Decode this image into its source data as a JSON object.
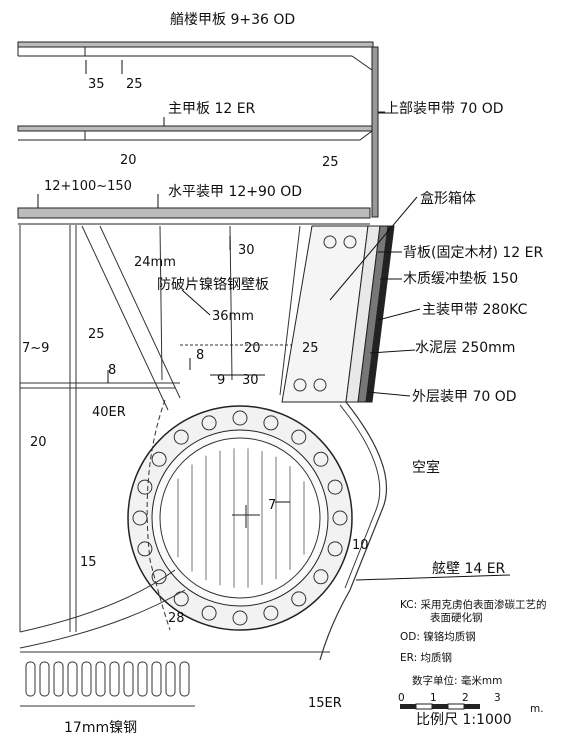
{
  "labels": {
    "forecastle_deck": "艏楼甲板 9+36 OD",
    "main_deck": "主甲板 12 ER",
    "upper_belt": "上部装甲带 70 OD",
    "horizontal_armor": "水平装甲 12+90 OD",
    "box_structure": "盒形箱体",
    "backing_plate": "背板(固定木材) 12 ER",
    "wood_cushion": "木质缓冲垫板 150",
    "main_belt": "主装甲带 280KC",
    "cement_layer": "水泥层 250mm",
    "outer_belt": "外层装甲 70 OD",
    "splinter_bulkhead": "防破片镍铬钢壁板",
    "void": "空室",
    "hull_side": "舷壁 14 ER",
    "nickel_steel": "17mm镍钢",
    "scale": "比例尺 1:1000",
    "unit": "数字单位: 毫米mm",
    "unit_m": "m."
  },
  "dims": {
    "d35": "35",
    "d25_top": "25",
    "d20_main": "20",
    "d25_main": "25",
    "d_combo": "12+100~150",
    "d30": "30",
    "d24mm": "24mm",
    "d36mm": "36mm",
    "d25_left": "25",
    "d7_9": "7~9",
    "d8_left": "8",
    "d8_mid": "8",
    "d20_mid": "20",
    "d25_mid": "25",
    "d9": "9",
    "d30_low": "30",
    "d40er": "40ER",
    "d20_left": "20",
    "d7": "7",
    "d10": "10",
    "d15": "15",
    "d28": "28",
    "d15er": "15ER"
  },
  "legend": {
    "kc": "KC:  采用克虏伯表面渗碳工艺的",
    "kc2": "表面硬化钢",
    "od": "OD:  镍铬均质钢",
    "er": "ER:  均质钢"
  },
  "scale_ticks": [
    "0",
    "1",
    "2",
    "3"
  ]
}
